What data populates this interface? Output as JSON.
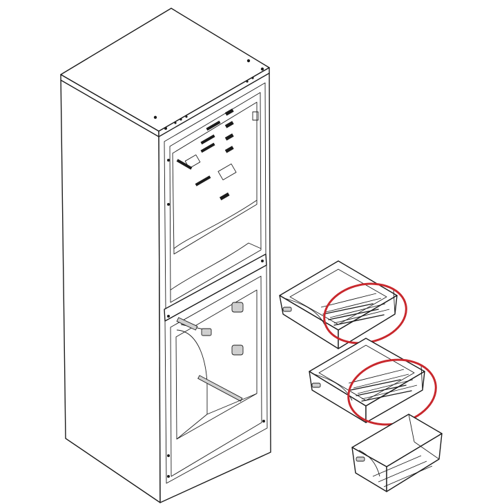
{
  "diagram": {
    "subject": "refrigerator-cabinet-with-crisper-drawers",
    "highlight_color": "#c8282d",
    "line_color": "#1a1a1a",
    "background": "#ffffff",
    "drawer_count": 3,
    "highlighted_drawers": 2
  }
}
